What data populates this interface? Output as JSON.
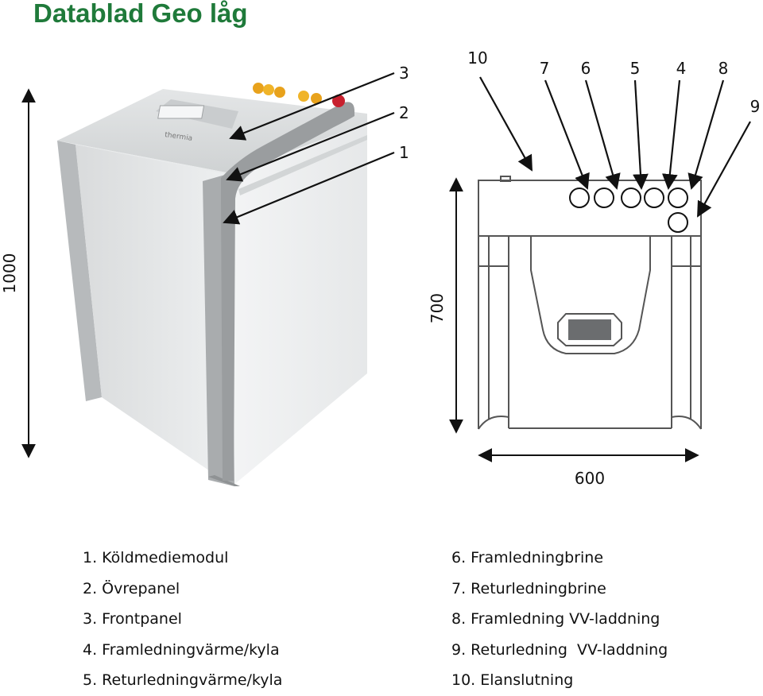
{
  "title": "Datablad Geo låg",
  "dimensions": {
    "height_total": "1000",
    "height_top": "700",
    "width": "600"
  },
  "callouts": {
    "c1": "1",
    "c2": "2",
    "c3": "3",
    "c4": "4",
    "c5": "5",
    "c6": "6",
    "c7": "7",
    "c8": "8",
    "c9": "9",
    "c10": "10"
  },
  "product_logo": "thermia",
  "legend_left": [
    "1. Köldmediemodul",
    "2. Övrepanel",
    "3. Frontpanel",
    "4. Framledningvärme/kyla",
    "5. Returledningvärme/kyla"
  ],
  "legend_right": [
    "6. Framledningbrine",
    "7. Returledningbrine",
    "8. Framledning VV-laddning",
    "9. Returledning  VV-laddning",
    "10. Elanslutning"
  ]
}
